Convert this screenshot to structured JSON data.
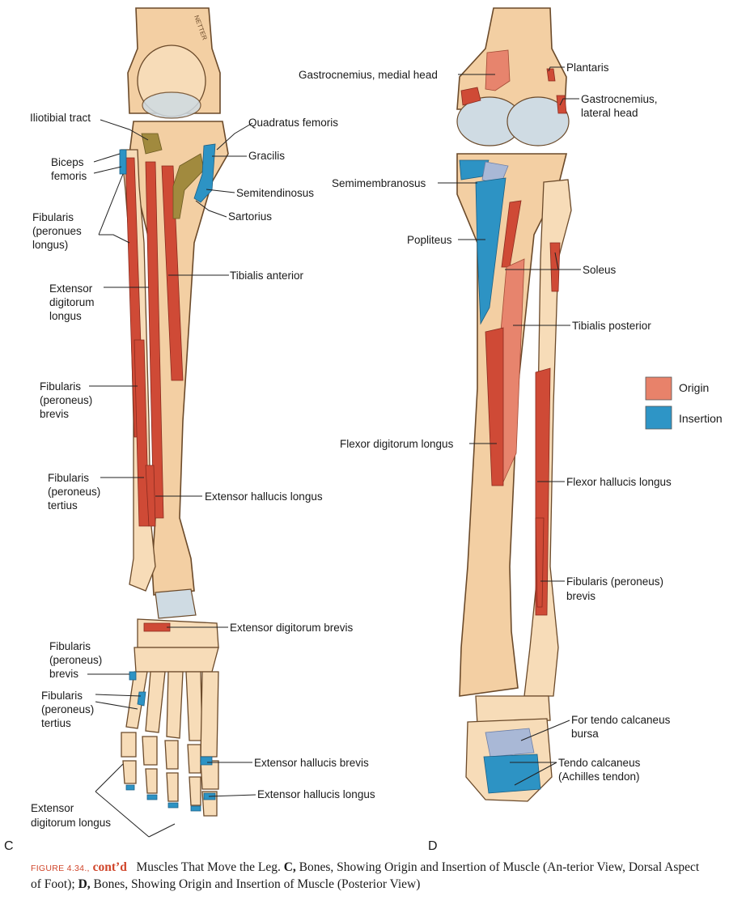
{
  "panels": {
    "c": "C",
    "d": "D"
  },
  "legend": {
    "origin": {
      "label": "Origin",
      "color": "#e8826a"
    },
    "insertion": {
      "label": "Insertion",
      "color": "#2e95c6"
    }
  },
  "labels_c": {
    "iliotibial_tract": "Iliotibial tract",
    "quadratus_femoris": "Quadratus femoris",
    "biceps_1": "Biceps",
    "biceps_2": "femoris",
    "gracilis": "Gracilis",
    "semitendinosus": "Semitendinosus",
    "sartorius": "Sartorius",
    "fib_longus_1": "Fibularis",
    "fib_longus_2": "(peronues",
    "fib_longus_3": "longus)",
    "tibialis_anterior": "Tibialis anterior",
    "edl_1": "Extensor",
    "edl_2": "digitorum",
    "edl_3": "longus",
    "fib_brevis_1": "Fibularis",
    "fib_brevis_2": "(peroneus)",
    "fib_brevis_3": "brevis",
    "fib_tertius_1": "Fibularis",
    "fib_tertius_2": "(peroneus)",
    "fib_tertius_3": "tertius",
    "ehl": "Extensor hallucis longus",
    "edb": "Extensor digitorum brevis",
    "foot_fib_brevis_1": "Fibularis",
    "foot_fib_brevis_2": "(peroneus)",
    "foot_fib_brevis_3": "brevis",
    "foot_fib_tertius_1": "Fibularis",
    "foot_fib_tertius_2": "(peroneus)",
    "foot_fib_tertius_3": "tertius",
    "ehb": "Extensor hallucis brevis",
    "foot_ehl": "Extensor hallucis longus",
    "foot_edl_1": "Extensor",
    "foot_edl_2": "digitorum longus"
  },
  "labels_d": {
    "gastroc_medial": "Gastrocnemius, medial head",
    "plantaris": "Plantaris",
    "gastroc_lateral_1": "Gastrocnemius,",
    "gastroc_lateral_2": "lateral head",
    "semimembranosus": "Semimembranosus",
    "popliteus": "Popliteus",
    "soleus": "Soleus",
    "tibialis_posterior": "Tibialis posterior",
    "fdl": "Flexor digitorum longus",
    "fhl": "Flexor hallucis longus",
    "fib_brevis_1": "Fibularis (peroneus)",
    "fib_brevis_2": "brevis",
    "bursa_1": "For tendo calcaneus",
    "bursa_2": "bursa",
    "tendo_1": "Tendo calcaneus",
    "tendo_2": "(Achilles tendon)"
  },
  "bone_signature": "NETTER",
  "caption": {
    "figure_label": "FIGURE 4.34.,",
    "cont": "cont’d",
    "text": "Muscles That Move the Leg.",
    "c_letter": "C,",
    "c_text": "Bones, Showing Origin and Insertion of Muscle (An-terior View, Dorsal Aspect of Foot);",
    "d_letter": "D,",
    "d_text": "Bones, Showing Origin and Insertion of Muscle (Posterior View)"
  }
}
